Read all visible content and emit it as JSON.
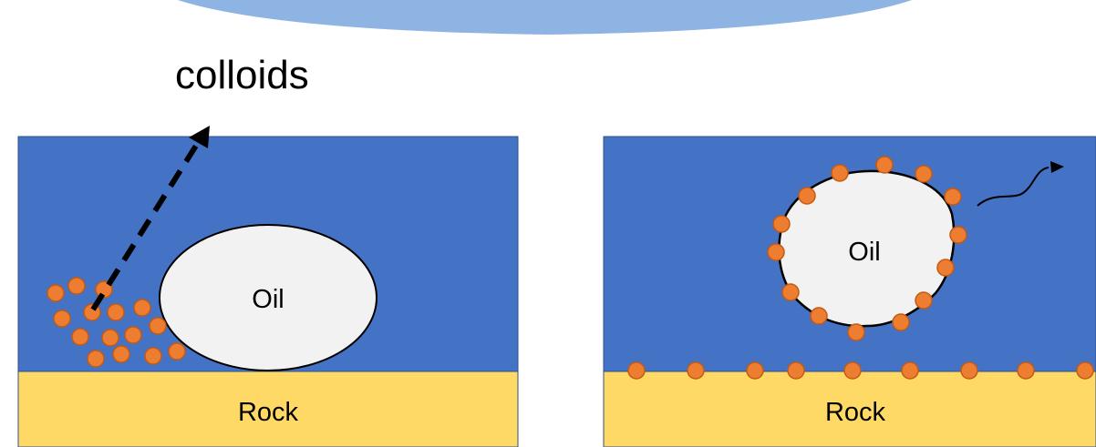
{
  "top_label": "colloids",
  "left_panel": {
    "oil_label": "Oil",
    "rock_label": "Rock"
  },
  "right_panel": {
    "oil_label": "Oil",
    "rock_label": "Rock"
  },
  "colors": {
    "water": "#4472C4",
    "rock": "#FFD966",
    "oil": "#F2F2F2",
    "colloid": "#ED7D31",
    "colloid_stroke": "#C55A11",
    "header_arc": "#8EB4E3"
  }
}
